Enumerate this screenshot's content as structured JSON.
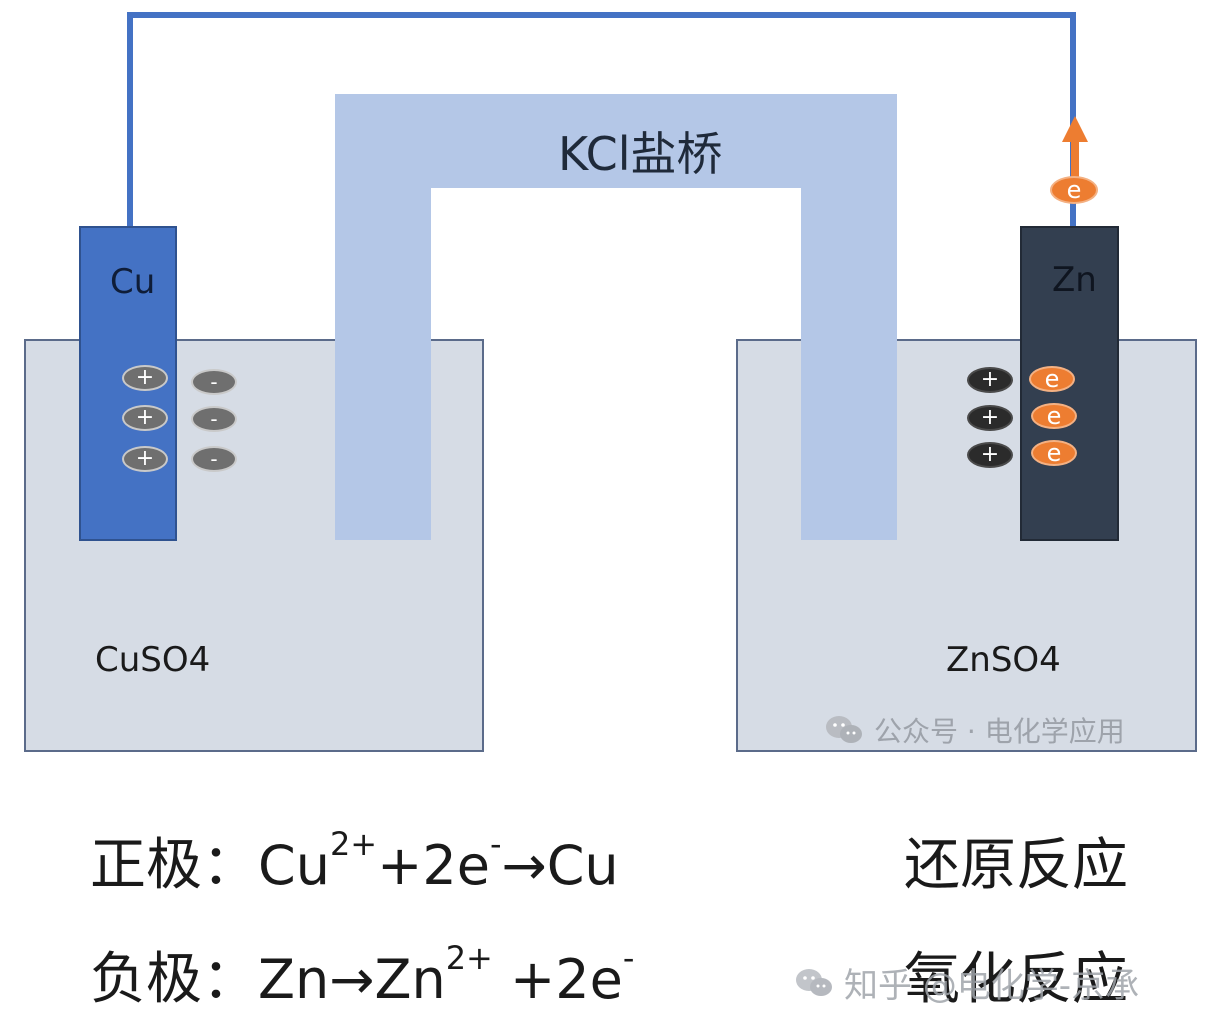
{
  "diagram": {
    "salt_bridge_label": "KCl盐桥",
    "left_electrode_label": "Cu",
    "right_electrode_label": "Zn",
    "left_solution_label": "CuSO4",
    "right_solution_label": "ZnSO4",
    "plus_symbol": "+",
    "minus_symbol": "-",
    "electron_symbol": "e"
  },
  "equations": {
    "positive": {
      "prefix": "正极：",
      "formula_part1": "Cu",
      "sup1": "2+",
      "formula_part2": "+2e",
      "sup2": "-",
      "formula_part3": "→Cu",
      "reaction_type": "还原反应"
    },
    "negative": {
      "prefix": "负极：",
      "formula_part1": "Zn→Zn",
      "sup1": "2+",
      "formula_part2": " +2e",
      "sup2": "-",
      "reaction_type": "氧化反应"
    }
  },
  "watermarks": {
    "wechat": "公众号 · 电化学应用",
    "zhihu": "知乎 @电化学-京承"
  },
  "colors": {
    "wire": "#4472c4",
    "cu_electrode": "#4472c4",
    "zn_electrode": "#333f50",
    "salt_bridge": "#b4c7e7",
    "solution": "#d6dce5",
    "electron": "#ed7d31"
  }
}
